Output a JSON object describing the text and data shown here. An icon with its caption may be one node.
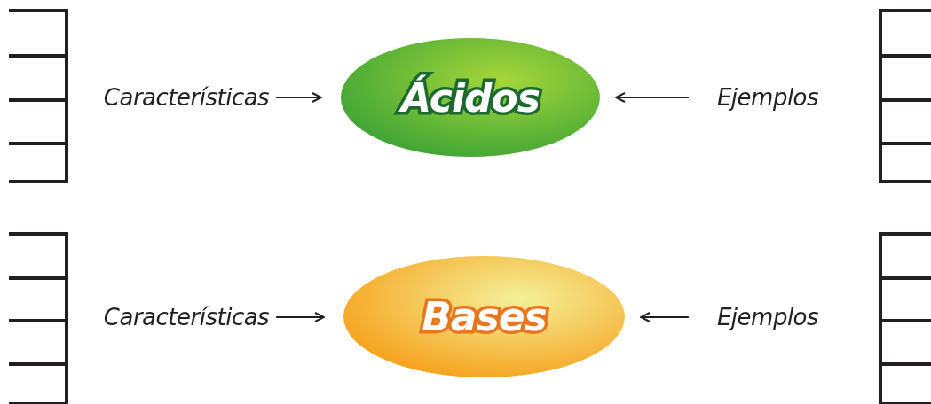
{
  "diagram": {
    "nodes": [
      {
        "text": [
          "Características"
        ]
      },
      {
        "text": [
          "Ácidos"
        ]
      },
      {
        "text": [
          "Ejemplos"
        ]
      },
      {
        "text": [
          "Características"
        ]
      },
      {
        "text": [
          "Bases"
        ]
      },
      {
        "text": [
          "Ejemplos"
        ]
      }
    ],
    "edges": [
      {
        "from": 0,
        "to": 1,
        "arrow": "to"
      },
      {
        "from": 2,
        "to": 1,
        "arrow": "to"
      },
      {
        "from": 3,
        "to": 4,
        "arrow": "to"
      },
      {
        "from": 5,
        "to": 4,
        "arrow": "to"
      }
    ]
  }
}
